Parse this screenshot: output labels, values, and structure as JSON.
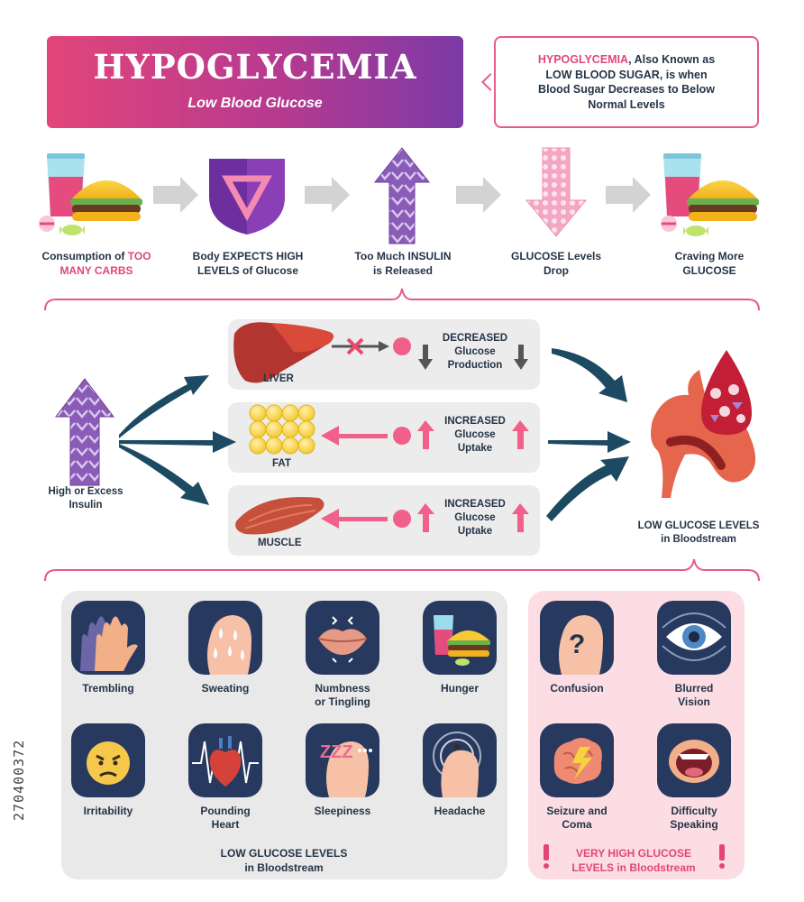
{
  "header": {
    "title": "HYPOGLYCEMIA",
    "subtitle": "Low Blood Glucose"
  },
  "definition": {
    "term": "HYPOGLYCEMIA",
    "part1": ", Also Known as",
    "line2": "LOW BLOOD SUGAR, is when",
    "line3": "Blood Sugar Decreases to Below",
    "line4": "Normal Levels"
  },
  "process": {
    "step1": {
      "line1_a": "Consumption of ",
      "line1_b": "TOO",
      "line2": "MANY CARBS"
    },
    "step2": {
      "line1": "Body EXPECTS HIGH",
      "line2": "LEVELS of Glucose"
    },
    "step3": {
      "line1": "Too Much INSULIN",
      "line2": "is Released"
    },
    "step4": {
      "line1": "GLUCOSE Levels",
      "line2": "Drop"
    },
    "step5": {
      "line1": "Craving More",
      "line2": "GLUCOSE"
    }
  },
  "pathway": {
    "source": {
      "line1": "High or Excess",
      "line2": "Insulin"
    },
    "rows": [
      {
        "organ": "LIVER",
        "effect1": "DECREASED",
        "effect2": "Glucose",
        "effect3": "Production"
      },
      {
        "organ": "FAT",
        "effect1": "INCREASED",
        "effect2": "Glucose",
        "effect3": "Uptake"
      },
      {
        "organ": "MUSCLE",
        "effect1": "INCREASED",
        "effect2": "Glucose",
        "effect3": "Uptake"
      }
    ],
    "result": {
      "line1": "LOW GLUCOSE LEVELS",
      "line2": "in Bloodstream"
    }
  },
  "symptoms_low": {
    "items": [
      {
        "label1": "Trembling",
        "label2": ""
      },
      {
        "label1": "Sweating",
        "label2": ""
      },
      {
        "label1": "Numbness",
        "label2": "or Tingling"
      },
      {
        "label1": "Hunger",
        "label2": ""
      },
      {
        "label1": "Irritability",
        "label2": ""
      },
      {
        "label1": "Pounding",
        "label2": "Heart"
      },
      {
        "label1": "Sleepiness",
        "label2": ""
      },
      {
        "label1": "Headache",
        "label2": ""
      }
    ],
    "footer1": "LOW GLUCOSE LEVELS",
    "footer2": "in Bloodstream"
  },
  "symptoms_high": {
    "items": [
      {
        "label1": "Confusion",
        "label2": ""
      },
      {
        "label1": "Blurred",
        "label2": "Vision"
      },
      {
        "label1": "Seizure and",
        "label2": "Coma"
      },
      {
        "label1": "Difficulty",
        "label2": "Speaking"
      }
    ],
    "footer1": "VERY HIGH GLUCOSE",
    "footer2": "LEVELS in Bloodstream"
  },
  "stock_id": "270400372",
  "colors": {
    "accent_pink": "#e24677",
    "navy": "#243447",
    "purple": "#7b3aa6",
    "icon_tile": "#27395f"
  }
}
